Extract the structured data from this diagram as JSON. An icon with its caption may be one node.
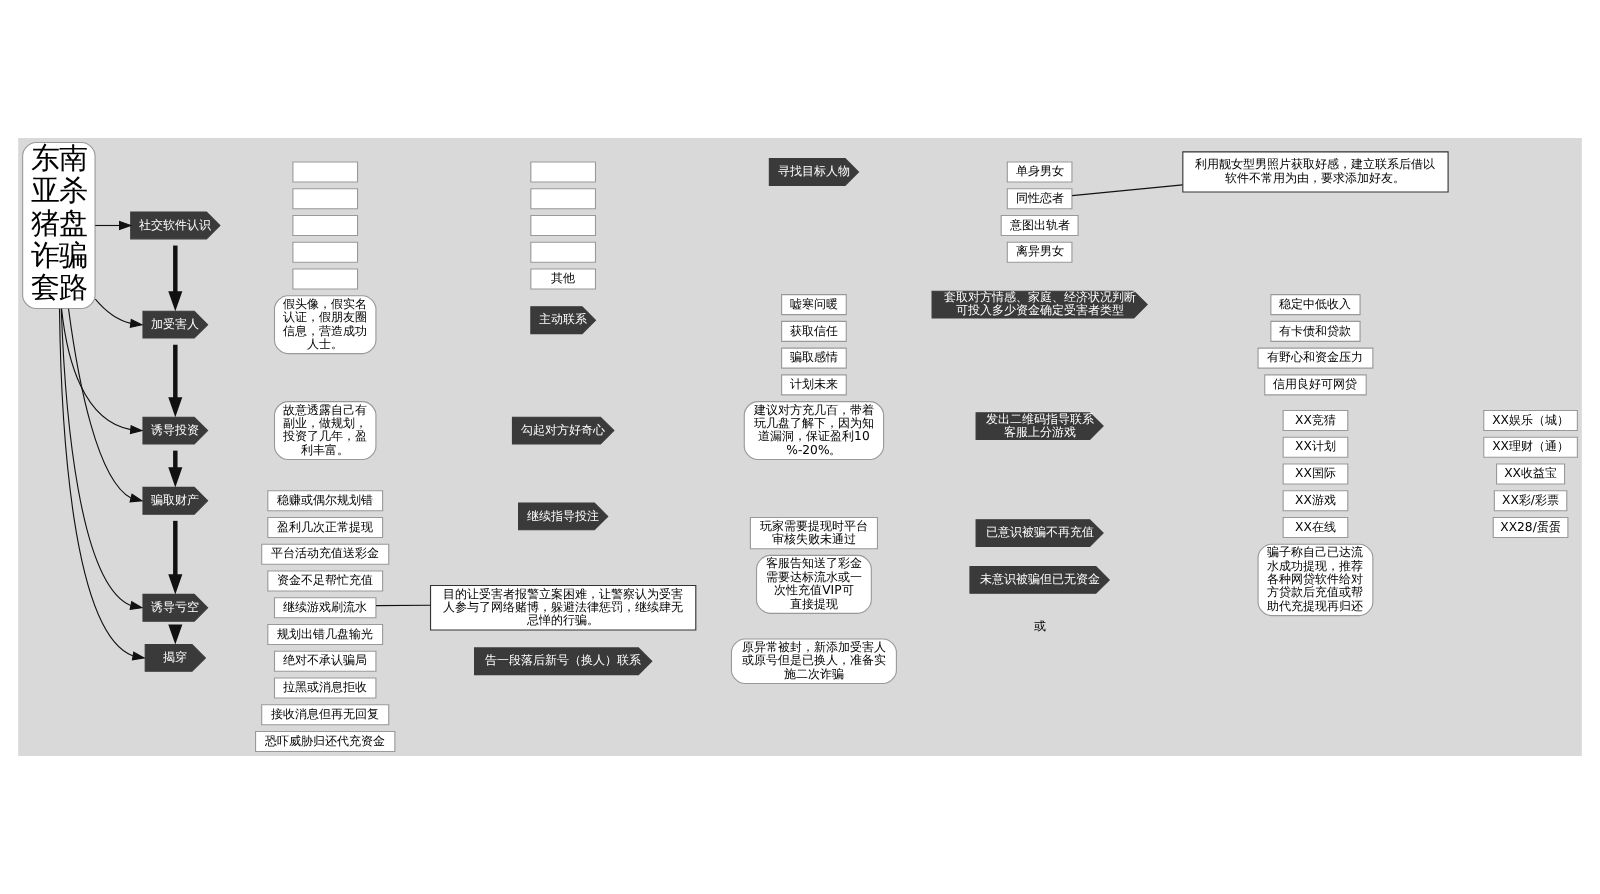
{
  "diagram": {
    "nodes": [
      {
        "text": [
          "东南亚杀猪盘诈骗套路"
        ]
      },
      {
        "text": [
          "社交软件认识"
        ]
      },
      {
        "text": [],
        "shape": "box"
      },
      {
        "text": [],
        "shape": "box"
      },
      {
        "text": [],
        "shape": "box"
      },
      {
        "text": [],
        "shape": "box"
      },
      {
        "text": [],
        "shape": "box"
      },
      {
        "text": [],
        "shape": "box"
      },
      {
        "text": [],
        "shape": "box"
      },
      {
        "text": [],
        "shape": "box"
      },
      {
        "text": [],
        "shape": "box"
      },
      {
        "text": [
          "其他"
        ]
      },
      {
        "text": [
          "寻找目标人物"
        ]
      },
      {
        "text": [
          "单身男女"
        ]
      },
      {
        "text": [
          "同性恋者"
        ]
      },
      {
        "text": [
          "意图出轨者"
        ]
      },
      {
        "text": [
          "离异男女"
        ]
      },
      {
        "text": [
          "利用靓女型男照片获取好感，建立联系后借以软件不常用为由，要求添加好友。"
        ]
      },
      {
        "text": [
          "加受害人"
        ]
      },
      {
        "text": [
          "假头像，假实名认证，假朋友圈信息，营造成功人士。"
        ]
      },
      {
        "text": [
          "主动联系"
        ]
      },
      {
        "text": [
          "嘘寒问暖"
        ]
      },
      {
        "text": [
          "获取信任"
        ]
      },
      {
        "text": [
          "骗取感情"
        ]
      },
      {
        "text": [
          "计划未来"
        ]
      },
      {
        "text": [
          "套取对方情感、家庭、经济状况判断可投入多少资金确定受害者类型"
        ]
      },
      {
        "text": [
          "稳定中低收入"
        ]
      },
      {
        "text": [
          "有卡债和贷款"
        ]
      },
      {
        "text": [
          "有野心和资金压力"
        ]
      },
      {
        "text": [
          "信用良好可网贷"
        ]
      },
      {
        "text": [
          "诱导投资"
        ]
      },
      {
        "text": [
          "故意透露自己有副业，做规划，投资了几年，盈利丰富。"
        ]
      },
      {
        "text": [
          "勾起对方好奇心"
        ]
      },
      {
        "text": [
          "建议对方充几百，带着玩几盘了解下，因为知道漏洞，保证盈利10%-20%。"
        ]
      },
      {
        "text": [
          "发出二维码指导联系客服上分游戏"
        ]
      },
      {
        "text": [
          "XX竞猜"
        ]
      },
      {
        "text": [
          "XX娱乐（城）"
        ]
      },
      {
        "text": [
          "XX计划"
        ]
      },
      {
        "text": [
          "XX理财（通）"
        ]
      },
      {
        "text": [
          "XX国际"
        ]
      },
      {
        "text": [
          "XX收益宝"
        ]
      },
      {
        "text": [
          "XX游戏"
        ]
      },
      {
        "text": [
          "XX彩/彩票"
        ]
      },
      {
        "text": [
          "XX在线"
        ]
      },
      {
        "text": [
          "XX28/蛋蛋"
        ]
      },
      {
        "text": [
          "骗取财产"
        ]
      },
      {
        "text": [
          "稳赚或偶尔规划错"
        ]
      },
      {
        "text": [
          "盈利几次正常提现"
        ]
      },
      {
        "text": [
          "平台活动充值送彩金"
        ]
      },
      {
        "text": [
          "资金不足帮忙充值"
        ]
      },
      {
        "text": [
          "继续指导投注"
        ]
      },
      {
        "text": [
          "玩家需要提现时平台审核失败未通过"
        ]
      },
      {
        "text": [
          "客服告知送了彩金需要达标流水或一次性充值VIP可直接提现"
        ]
      },
      {
        "text": [
          "已意识被骗不再充值"
        ]
      },
      {
        "text": [
          "未意识被骗但已无资金"
        ]
      },
      {
        "text": [
          "骗子称自己已达流水成功提现，推荐各种网贷软件给对方贷款后充值或帮助代充提现再归还"
        ]
      },
      {
        "text": [
          "诱导亏空"
        ]
      },
      {
        "text": [
          "继续游戏刷流水"
        ]
      },
      {
        "text": [
          "规划出错几盘输光"
        ]
      },
      {
        "text": [
          "目的让受害者报警立案困难，让警察认为受害人参与了网络赌博，躲避法律惩罚，继续肆无忌惮的行骗。"
        ]
      },
      {
        "text": [
          "揭穿"
        ]
      },
      {
        "text": [
          "绝对不承认骗局"
        ]
      },
      {
        "text": [
          "拉黑或消息拒收"
        ]
      },
      {
        "text": [
          "接收消息但再无回复"
        ]
      },
      {
        "text": [
          "恐吓威胁归还代充资金"
        ]
      },
      {
        "text": [
          "告一段落后新号（换人）联系"
        ]
      },
      {
        "text": [
          "原异常被封，新添加受害人或原号但是已换人，准备实施二次诈骗"
        ]
      }
    ],
    "edges": [
      {
        "from": 0,
        "to": 1,
        "arrow": "to"
      },
      {
        "from": 0,
        "to": 18,
        "arrow": "to"
      },
      {
        "from": 0,
        "to": 30,
        "arrow": "to"
      },
      {
        "from": 0,
        "to": 45,
        "arrow": "to"
      },
      {
        "from": 0,
        "to": 56,
        "arrow": "to"
      },
      {
        "from": 0,
        "to": 60,
        "arrow": "to"
      },
      {
        "from": 1,
        "to": 18,
        "arrow": "to",
        "style": "thick"
      },
      {
        "from": 18,
        "to": 30,
        "arrow": "to",
        "style": "thick"
      },
      {
        "from": 30,
        "to": 45,
        "arrow": "to",
        "style": "thick"
      },
      {
        "from": 45,
        "to": 56,
        "arrow": "to",
        "style": "thick"
      },
      {
        "from": 56,
        "to": 60,
        "arrow": "to",
        "style": "thick"
      },
      {
        "from": 17,
        "to": 14,
        "arrow": "none"
      },
      {
        "from": 59,
        "to": 57,
        "arrow": "none"
      }
    ],
    "labels": [
      "或"
    ]
  }
}
